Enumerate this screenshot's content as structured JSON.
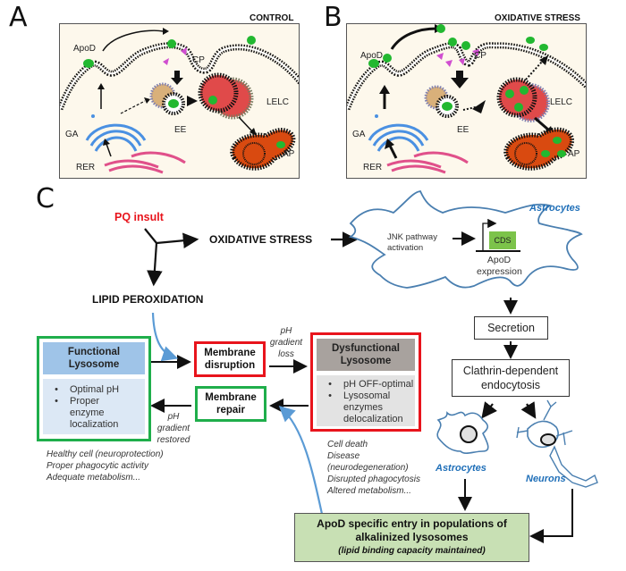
{
  "panels": {
    "a": {
      "letter": "A",
      "title": "CONTROL",
      "labels": {
        "apod": "ApoD",
        "cp": "CP",
        "ga": "GA",
        "ee": "EE",
        "lelc": "LELC",
        "ap": "AP",
        "rer": "RER"
      }
    },
    "b": {
      "letter": "B",
      "title": "OXIDATIVE STRESS",
      "labels": {
        "apod": "ApoD",
        "cp": "CP",
        "ga": "GA",
        "ee": "EE",
        "lelc": "LELC",
        "ap": "AP",
        "rer": "RER"
      }
    }
  },
  "panel_c": {
    "letter": "C",
    "pq_insult": "PQ insult",
    "oxidative_stress": "OXIDATIVE STRESS",
    "lipid_peroxidation": "LIPID PEROXIDATION",
    "astrocyte_cell": {
      "label": "Astrocytes",
      "jnk_line1": "JNK pathway",
      "jnk_line2": "activation",
      "cds": "CDS",
      "apod_line1": "ApoD",
      "apod_line2": "expression"
    },
    "secretion": "Secretion",
    "endocytosis_line1": "Clathrin-dependent",
    "endocytosis_line2": "endocytosis",
    "astrocytes_label": "Astrocytes",
    "neurons_label": "Neurons",
    "functional_lysosome": {
      "title_line1": "Functional",
      "title_line2": "Lysosome",
      "bullets": [
        "Optimal pH",
        "Proper",
        "enzyme",
        "localization"
      ],
      "outcomes": [
        "Healthy cell (neuroprotection)",
        "Proper phagocytic activity",
        "Adequate metabolism..."
      ]
    },
    "membrane_disruption_line1": "Membrane",
    "membrane_disruption_line2": "disruption",
    "membrane_repair_line1": "Membrane",
    "membrane_repair_line2": "repair",
    "ph_loss": [
      "pH",
      "gradient",
      "loss"
    ],
    "ph_restored": [
      "pH",
      "gradient",
      "restored"
    ],
    "dysfunctional_lysosome": {
      "title_line1": "Dysfunctional",
      "title_line2": "Lysosome",
      "bullets": [
        "pH OFF-optimal",
        "Lysosomal",
        "enzymes",
        "delocalization"
      ],
      "outcomes": [
        "Cell death",
        "Disease",
        "(neurodegeneration)",
        "Disrupted phagocytosis",
        "Altered metabolism..."
      ]
    },
    "apod_entry": {
      "line1": "ApoD specific entry in populations of",
      "line2": "alkalinized lysosomes",
      "line3": "(lipid binding capacity maintained)"
    }
  },
  "colors": {
    "red": "#e8141c",
    "green": "#1fae4b",
    "blue_label": "#1f6fb8",
    "cell_outline": "#4a7fb0",
    "cds_green": "#7cc34a",
    "apod_entry_bg": "#c8e0b4",
    "arrow_blue": "#5b9bd5"
  }
}
